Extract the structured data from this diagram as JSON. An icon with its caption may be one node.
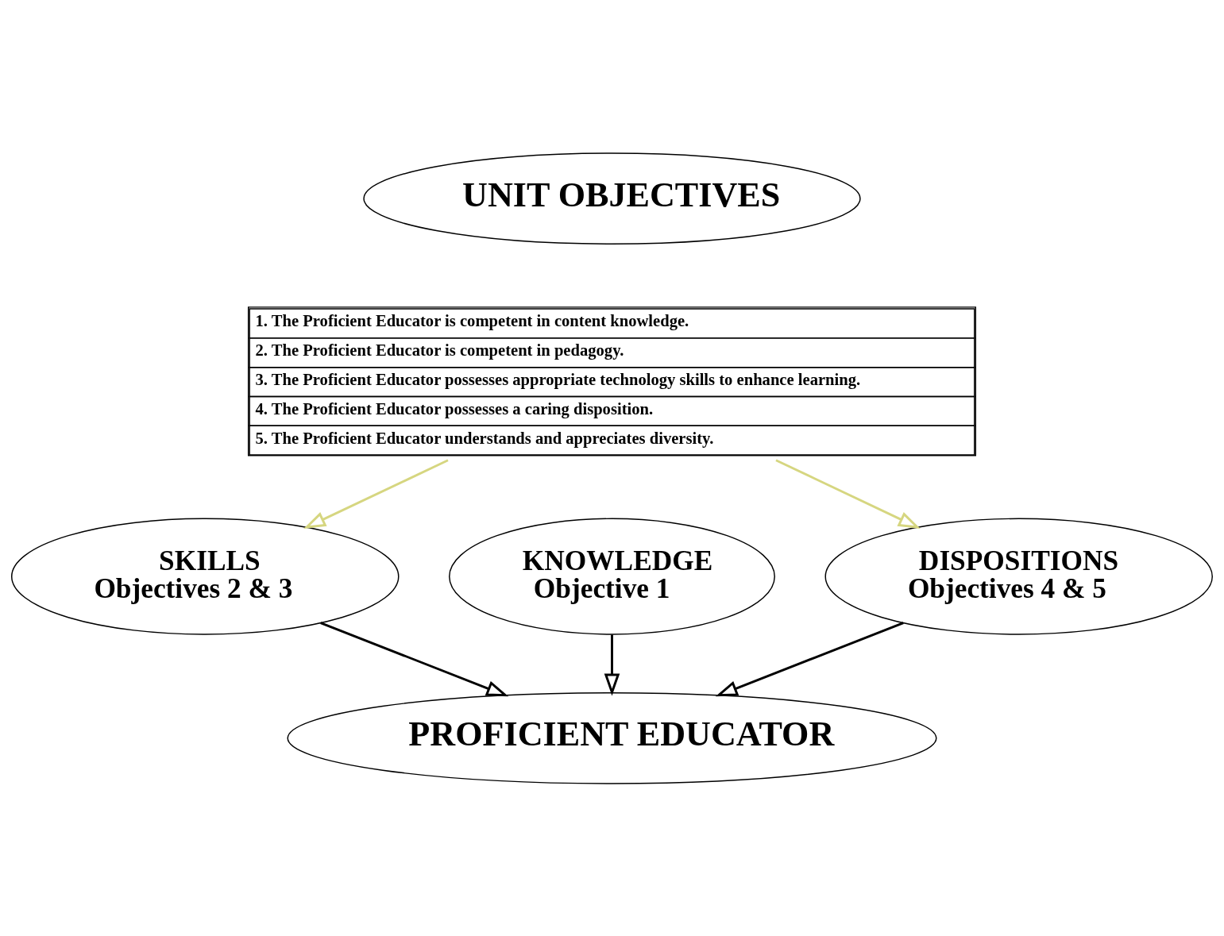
{
  "diagram": {
    "nodes": [
      {
        "text": [
          "UNIT OBJECTIVES"
        ]
      },
      {
        "text": [
          "1. The Proficient Educator is competent in content knowledge.",
          "2. The Proficient Educator is competent in pedagogy.",
          "3. The Proficient Educator possesses appropriate technology skills to enhance learning.",
          "4. The Proficient Educator possesses a caring disposition.",
          "5. The Proficient Educator understands and appreciates diversity."
        ]
      },
      {
        "text": [
          "KNOWLEDGE",
          "Objective 1"
        ]
      },
      {
        "text": [
          "SKILLS",
          "Objectives 2 & 3"
        ]
      },
      {
        "text": [
          "DISPOSITIONS",
          "Objectives 4 & 5"
        ]
      },
      {
        "text": [
          "PROFICIENT EDUCATOR"
        ]
      }
    ],
    "edges": [
      {
        "from": 1,
        "to": 3,
        "arrow": "to",
        "color": "#d6d680"
      },
      {
        "from": 1,
        "to": 4,
        "arrow": "to",
        "color": "#d6d680"
      },
      {
        "from": 3,
        "to": 5,
        "arrow": "to"
      },
      {
        "from": 2,
        "to": 5,
        "arrow": "to"
      },
      {
        "from": 4,
        "to": 5,
        "arrow": "to"
      }
    ]
  }
}
